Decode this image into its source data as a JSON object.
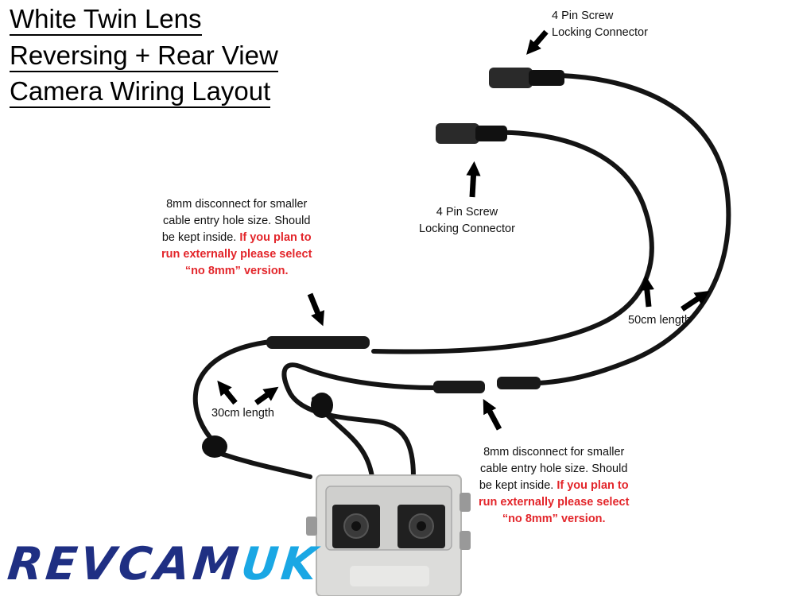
{
  "title": {
    "line1": "White Twin Lens",
    "line2": "Reversing + Rear View",
    "line3": "Camera Wiring Layout"
  },
  "labels": {
    "connector_top": {
      "line1": "4 Pin Screw",
      "line2": "Locking Connector"
    },
    "connector_mid": {
      "line1": "4 Pin Screw",
      "line2": "Locking Connector"
    },
    "disconnect_left": {
      "line1": "8mm disconnect for smaller",
      "line2": "cable entry hole size. Should",
      "line3_prefix": "be kept inside. ",
      "line3_warn": "If you plan to",
      "line4": "run externally please select",
      "line5": "“no 8mm” version."
    },
    "disconnect_right": {
      "line1": "8mm disconnect for smaller",
      "line2": "cable entry hole size. Should",
      "line3_prefix": "be kept inside. ",
      "line3_warn": "If you plan to",
      "line4": "run externally please select",
      "line5": "“no 8mm” version."
    },
    "length_50": "50cm length",
    "length_30": "30cm length"
  },
  "logo": {
    "part1": "REVCAM",
    "part2": "UK"
  },
  "colors": {
    "warning_text": "#e3262b",
    "logo_dark": "#1f2f83",
    "logo_light": "#1aa7e4",
    "cable": "#141414",
    "camera_body": "#dcdcda"
  },
  "icons": [
    "arrow-icon",
    "camera-icon",
    "connector-icon"
  ]
}
